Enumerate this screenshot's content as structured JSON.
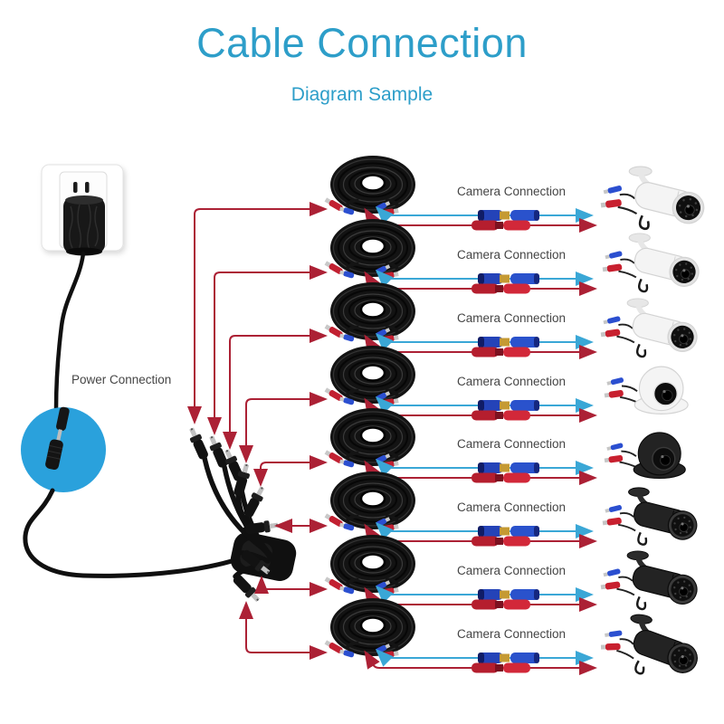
{
  "title": "Cable Connection",
  "subtitle": "Diagram Sample",
  "labels": {
    "power": "Power Connection"
  },
  "colors": {
    "accent": "#2d9ec9",
    "line_red": "#ac2135",
    "line_blue": "#3aa7d6",
    "highlight_circle": "#2aa1dc"
  },
  "rows": [
    {
      "label": "Camera Connection",
      "camera": {
        "type": "bullet",
        "color": "white"
      }
    },
    {
      "label": "Camera Connection",
      "camera": {
        "type": "bullet",
        "color": "white"
      }
    },
    {
      "label": "Camera Connection",
      "camera": {
        "type": "bullet",
        "color": "white"
      }
    },
    {
      "label": "Camera Connection",
      "camera": {
        "type": "dome",
        "color": "white"
      }
    },
    {
      "label": "Camera Connection",
      "camera": {
        "type": "dome",
        "color": "black"
      }
    },
    {
      "label": "Camera Connection",
      "camera": {
        "type": "bullet",
        "color": "black"
      }
    },
    {
      "label": "Camera Connection",
      "camera": {
        "type": "bullet",
        "color": "black"
      }
    },
    {
      "label": "Camera Connection",
      "camera": {
        "type": "bullet",
        "color": "black"
      }
    }
  ]
}
